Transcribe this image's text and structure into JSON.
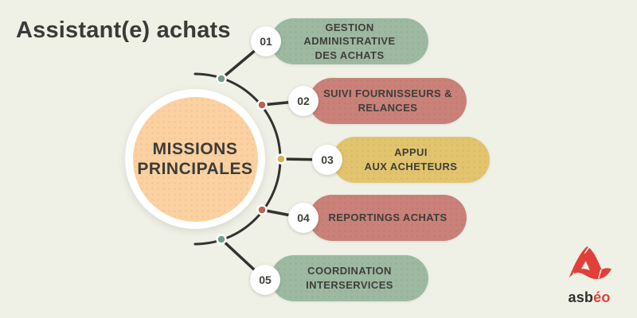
{
  "title": "Assistant(e) achats",
  "center": {
    "label": "MISSIONS\nPRINCIPALES",
    "fill_color": "#fbd1a1"
  },
  "items": [
    {
      "number": "01",
      "label": "GESTION ADMINISTRATIVE\nDES ACHATS",
      "color": "#9db9a2",
      "dot_color": "#6f9f86"
    },
    {
      "number": "02",
      "label": "SUIVI FOURNISSEURS &\nRELANCES",
      "color": "#c98179",
      "dot_color": "#bd6057"
    },
    {
      "number": "03",
      "label": "APPUI\nAUX ACHETEURS",
      "color": "#e3c46e",
      "dot_color": "#d5b455"
    },
    {
      "number": "04",
      "label": "REPORTINGS ACHATS",
      "color": "#c98179",
      "dot_color": "#bd6057"
    },
    {
      "number": "05",
      "label": "COORDINATION\nINTERSERVICES",
      "color": "#9db9a2",
      "dot_color": "#6f9f86"
    }
  ],
  "logo": {
    "text_dark": "asb",
    "text_accent": "éo",
    "accent_color": "#e23f3a"
  },
  "palette": {
    "background": "#eff0e6",
    "text": "#3b3b39",
    "line": "#33322e",
    "node_fill": "#ffffff"
  }
}
